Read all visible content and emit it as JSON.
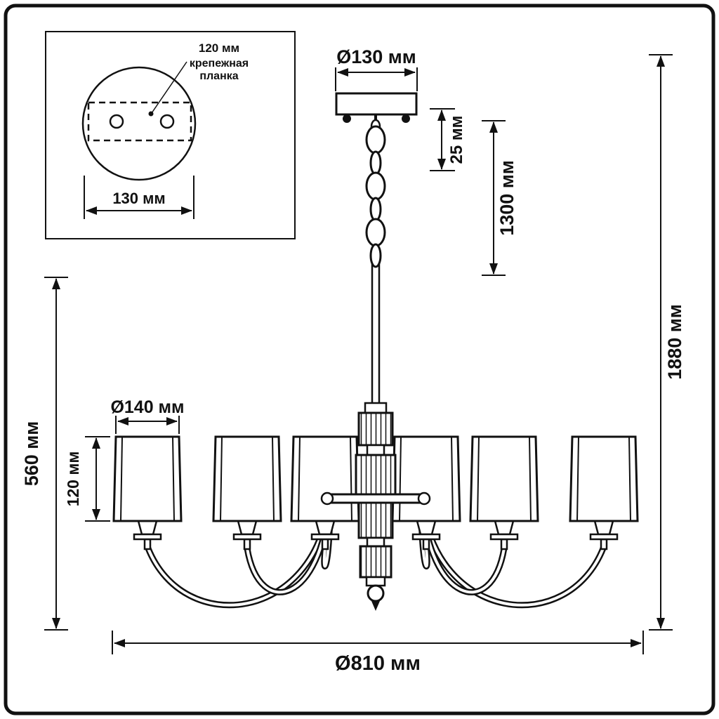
{
  "page": {
    "background": "#ffffff",
    "line_color": "#111111"
  },
  "inset": {
    "hole_spacing_label": "120 мм",
    "bracket_line1": "крепежная",
    "bracket_line2": "планка",
    "plate_width_label": "130 мм"
  },
  "dimensions": {
    "canopy_diameter": "Ø130 мм",
    "canopy_drop": "25 мм",
    "chain_length": "1300 мм",
    "total_height": "1880 мм",
    "body_height": "560 мм",
    "shade_height": "120 мм",
    "shade_diameter": "Ø140 мм",
    "overall_diameter": "Ø810 мм"
  }
}
